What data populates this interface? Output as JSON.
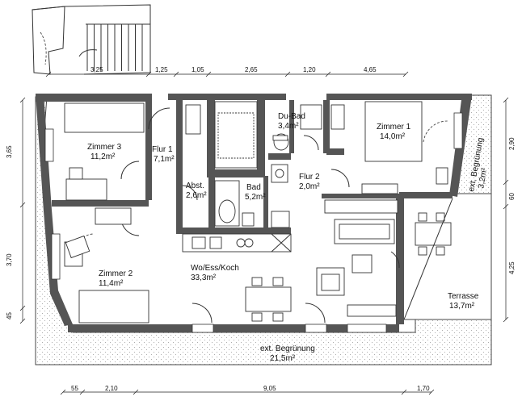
{
  "rooms": {
    "zimmer3": {
      "name": "Zimmer 3",
      "area": "11,2m²"
    },
    "flur1": {
      "name": "Flur 1",
      "area": "7,1m²"
    },
    "dubad": {
      "name": "Du-Bad",
      "area": "3,4m²"
    },
    "zimmer1": {
      "name": "Zimmer 1",
      "area": "14,0m²"
    },
    "abst": {
      "name": "Abst.",
      "area": "2,6m²"
    },
    "bad": {
      "name": "Bad",
      "area": "5,2m²"
    },
    "flur2": {
      "name": "Flur 2",
      "area": "2,0m²"
    },
    "zimmer2": {
      "name": "Zimmer 2",
      "area": "11,4m²"
    },
    "wohnen": {
      "name": "Wo/Ess/Koch",
      "area": "33,3m²"
    },
    "terrasse": {
      "name": "Terrasse",
      "area": "13,7m²"
    },
    "begruenung_rechts": {
      "name": "ext. Begrünung",
      "area": "3,2m²"
    },
    "begruenung_unten": {
      "name": "ext. Begrünung",
      "area": "21,5m²"
    }
  },
  "dimensions": {
    "top": [
      "3,25",
      "1,25",
      "1,05",
      "2,65",
      "1,20",
      "4,65"
    ],
    "left": [
      "3,65",
      "3,70",
      "45"
    ],
    "right": [
      "2,90",
      "60",
      "4,25"
    ],
    "bottom": [
      "55",
      "2,10",
      "9,05",
      "1,70"
    ]
  }
}
